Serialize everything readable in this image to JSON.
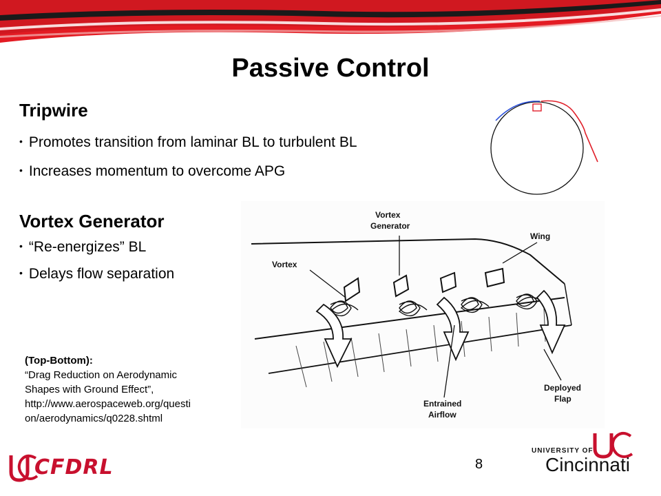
{
  "slide": {
    "title": "Passive Control",
    "page_number": "8"
  },
  "tripwire": {
    "heading": "Tripwire",
    "bullets": [
      "Promotes transition from laminar BL to turbulent BL",
      "Increases momentum to overcome APG"
    ]
  },
  "vortex_generator": {
    "heading": "Vortex Generator",
    "bullets": [
      "“Re-energizes” BL",
      "Delays flow separation"
    ]
  },
  "caption": {
    "heading": "(Top-Bottom):",
    "lines": [
      "“Drag Reduction on Aerodynamic",
      "Shapes with Ground Effect”,",
      "http://www.aerospaceweb.org/questi",
      "on/aerodynamics/q0228.shtml"
    ]
  },
  "diagram_labels": {
    "vortex_generator": [
      "Vortex",
      "Generator"
    ],
    "wing": "Wing",
    "vortex": "Vortex",
    "entrained_airflow": [
      "Entrained",
      "Airflow"
    ],
    "deployed_flap": [
      "Deployed",
      "Flap"
    ]
  },
  "logos": {
    "cfdrl": "CFDRL",
    "university_line1": "UNIVERSITY OF",
    "university_line2": "Cincinnati"
  },
  "colors": {
    "header_red": "#e31b23",
    "header_dark": "#1a1a1a",
    "diagram_blue": "#2a4fd8",
    "diagram_red": "#e0202a",
    "logo_red": "#c8102e"
  }
}
